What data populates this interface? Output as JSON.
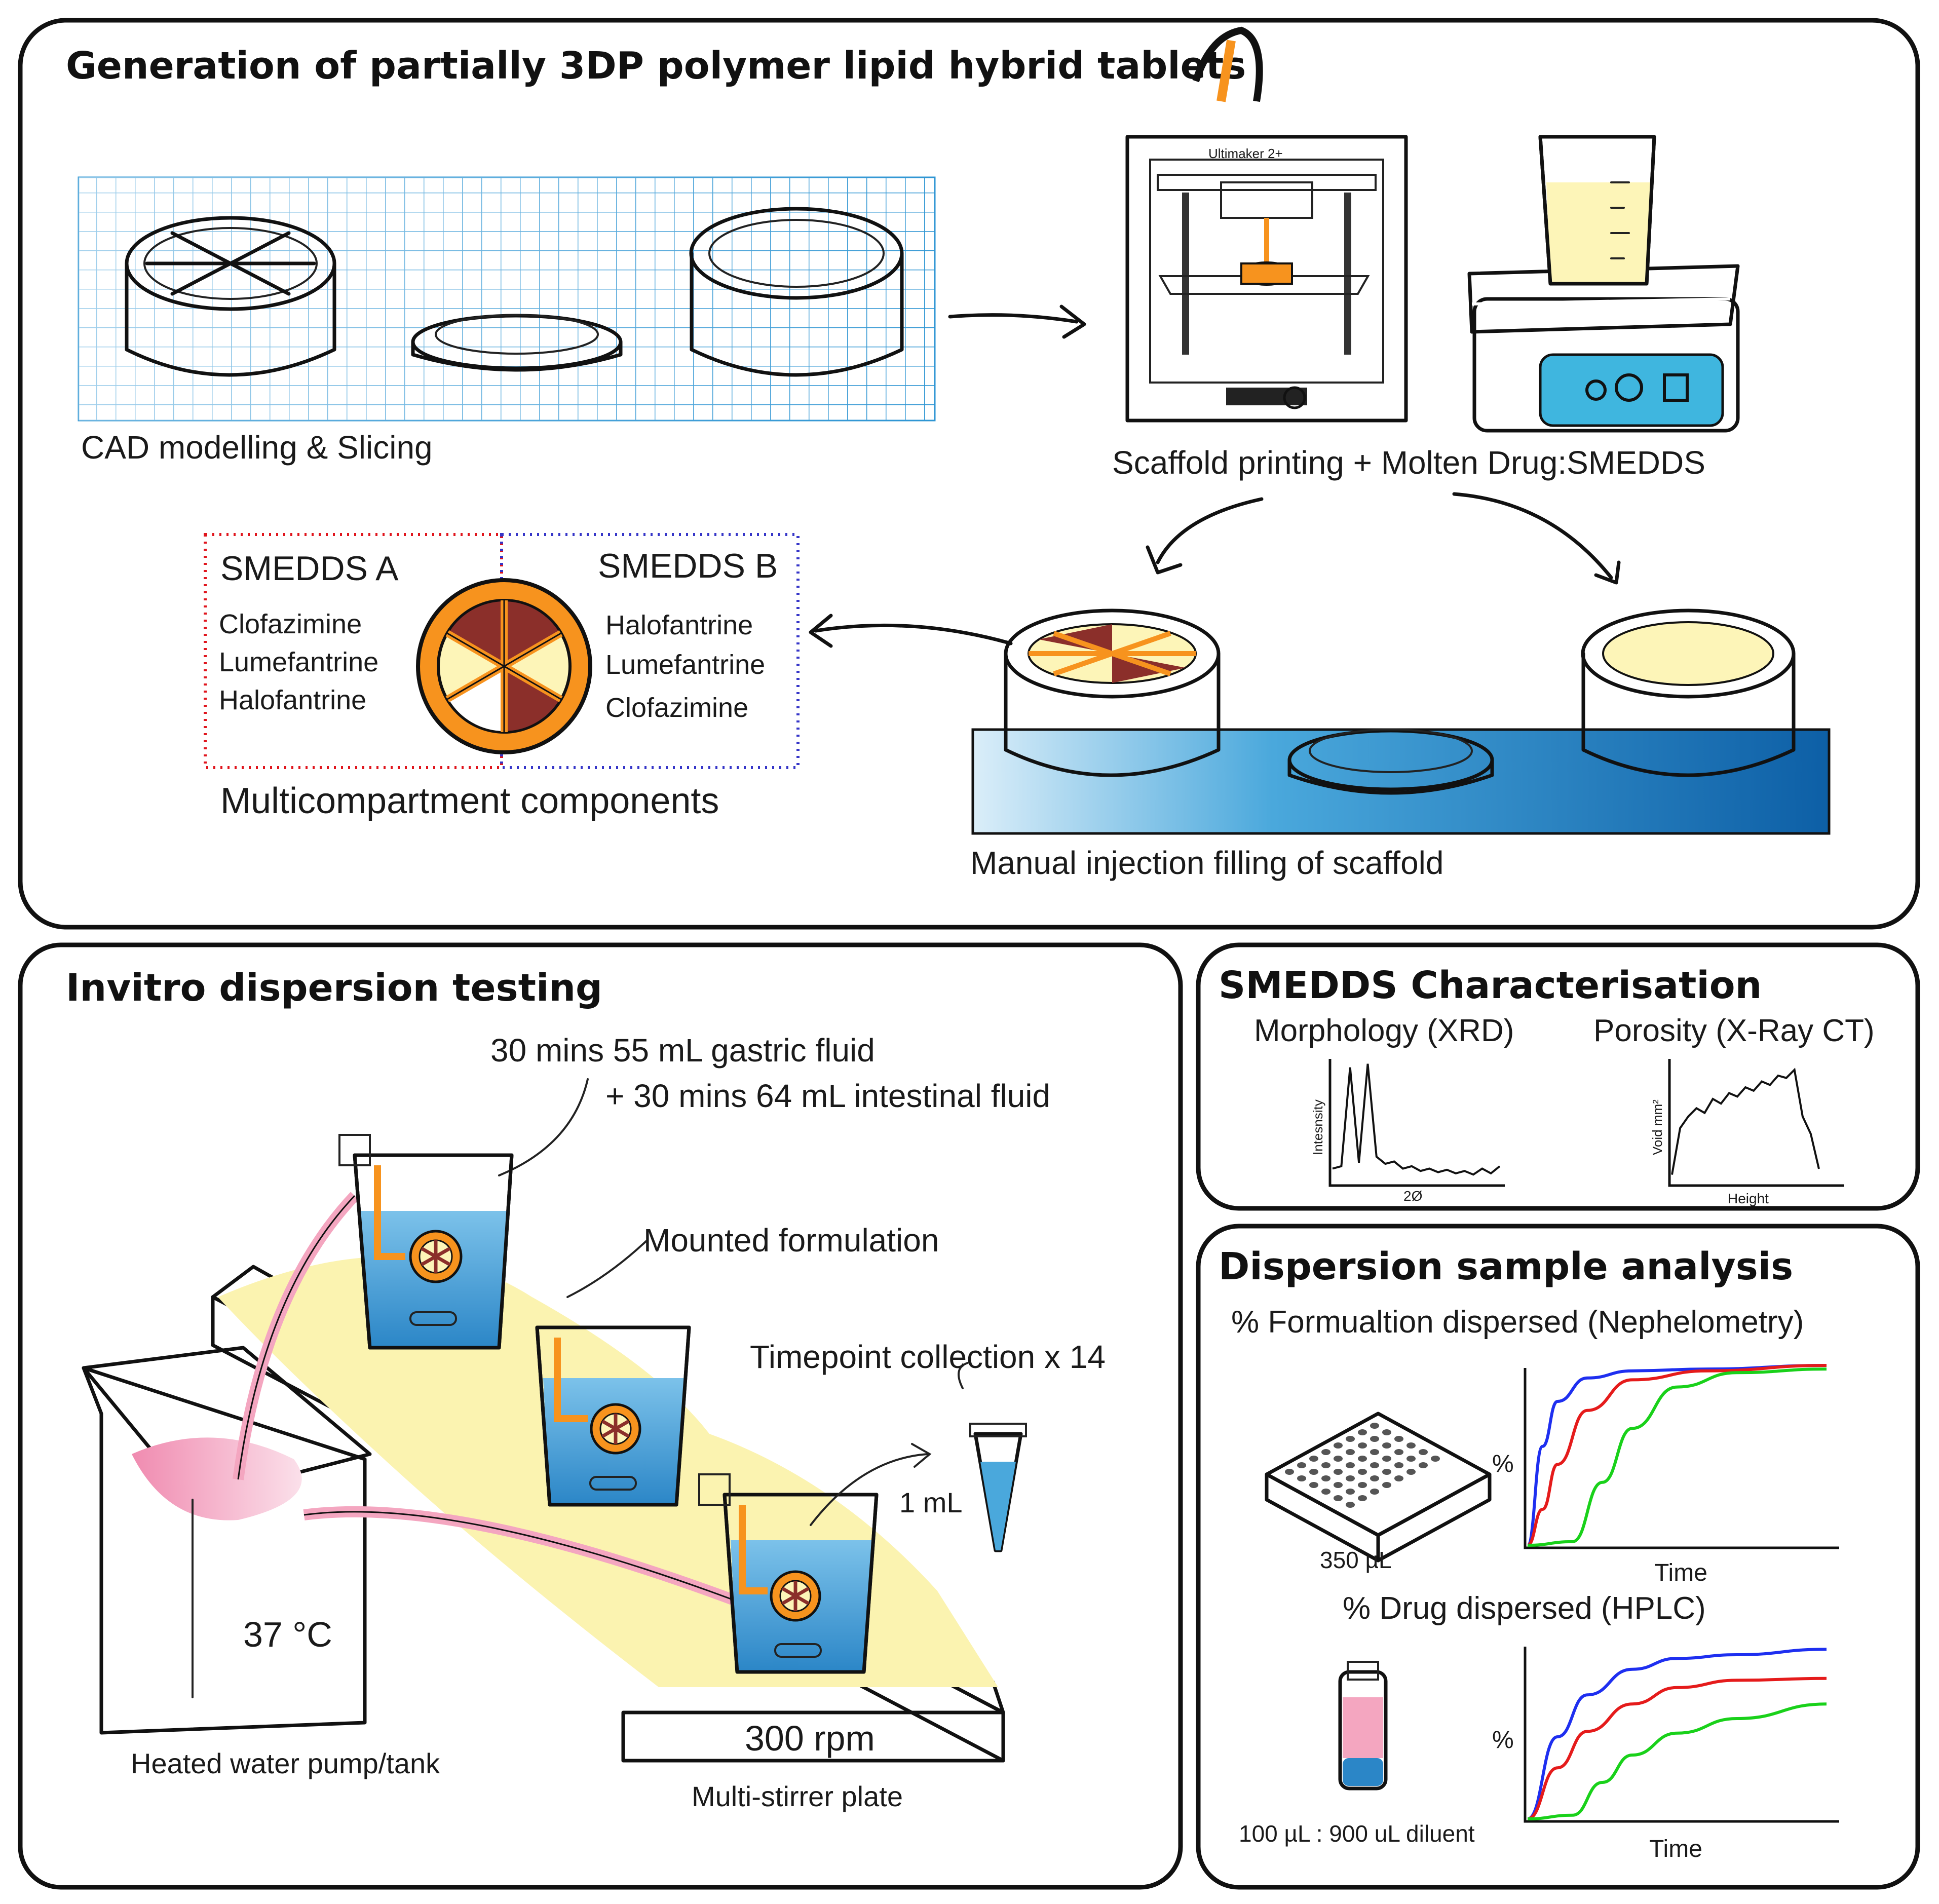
{
  "panels": {
    "generation": {
      "title": "Generation of partially 3DP polymer lipid hybrid tablets",
      "cad_label": "CAD modelling & Slicing",
      "printer_brand": "Ultimaker 2+",
      "printing_label": "Scaffold printing + Molten Drug:SMEDDS",
      "smedds_a": {
        "title": "SMEDDS A",
        "drugs": [
          "Clofazimine",
          "Lumefantrine",
          "Halofantrine"
        ]
      },
      "smedds_b": {
        "title": "SMEDDS B",
        "drugs": [
          "Halofantrine",
          "Lumefantrine",
          "Clofazimine"
        ]
      },
      "multi_label": "Multicompartment components",
      "filling_label": "Manual injection filling of scaffold"
    },
    "invitro": {
      "title": "Invitro dispersion testing",
      "fluid_line1": "30 mins 55 mL gastric fluid",
      "fluid_line2": "+ 30 mins 64 mL intestinal fluid",
      "mounted_label": "Mounted formulation",
      "timepoint_label": "Timepoint collection x 14",
      "volume_label": "1 mL",
      "temperature_label": "37 °C",
      "pump_label": "Heated water pump/tank",
      "rpm_label": "300 rpm",
      "stirrer_label": "Multi-stirrer plate"
    },
    "characterisation": {
      "title": "SMEDDS Characterisation",
      "xrd_label": "Morphology (XRD)",
      "ct_label": "Porosity (X-Ray CT)",
      "xrd_ylabel": "Intesnsity",
      "xrd_xlabel": "2Ø",
      "ct_ylabel": "Void mm²",
      "ct_xlabel": "Height"
    },
    "analysis": {
      "title": "Dispersion sample analysis",
      "neph_label": "% Formualtion dispersed (Nephelometry)",
      "plate_volume": "350 µL",
      "neph_ylabel": "%",
      "neph_xlabel": "Time",
      "hplc_label": "% Drug dispersed (HPLC)",
      "vial_label": "100 µL : 900 uL diluent",
      "hplc_ylabel": "%",
      "hplc_xlabel": "Time"
    }
  },
  "colors": {
    "outline": "#111111",
    "orange": "#f7931e",
    "dark_orange": "#e06a00",
    "cream": "#fdf5b8",
    "brown": "#8b2f2a",
    "blue": "#2b86c7",
    "light_blue": "#a8d8f0",
    "pink": "#f4a6c0",
    "yellow_pad": "#fbf3b0",
    "grid_blue": "#2e95d3",
    "smedds_a_border": "#e0141c",
    "smedds_b_border": "#3535c8",
    "series_blue": "#1e2ff0",
    "series_red": "#e51b1b",
    "series_green": "#19d11a"
  },
  "chart_data": [
    {
      "type": "line",
      "xlabel": "2Ø",
      "ylabel": "Intesnsity",
      "series": [
        {
          "values": [
            0.1,
            0.12,
            0.95,
            0.15,
            0.98,
            0.2,
            0.14,
            0.16,
            0.1,
            0.12,
            0.08,
            0.1,
            0.07,
            0.09,
            0.06,
            0.08,
            0.05,
            0.1,
            0.06,
            0.12
          ]
        }
      ]
    },
    {
      "type": "line",
      "xlabel": "Height",
      "ylabel": "Void mm²",
      "series": [
        {
          "values": [
            0.05,
            0.45,
            0.55,
            0.62,
            0.58,
            0.7,
            0.66,
            0.75,
            0.72,
            0.8,
            0.77,
            0.85,
            0.82,
            0.9,
            0.88,
            0.95,
            0.55,
            0.4,
            0.1
          ]
        }
      ]
    },
    {
      "type": "line",
      "xlabel": "Time",
      "ylabel": "%",
      "series": [
        {
          "color": "blue",
          "x": [
            0,
            0.05,
            0.1,
            0.2,
            0.35,
            0.6,
            1.0
          ],
          "values": [
            0,
            0.55,
            0.8,
            0.93,
            0.97,
            0.98,
            1.0
          ]
        },
        {
          "color": "red",
          "x": [
            0,
            0.05,
            0.1,
            0.2,
            0.35,
            0.6,
            1.0
          ],
          "values": [
            0,
            0.2,
            0.45,
            0.75,
            0.92,
            0.97,
            1.0
          ]
        },
        {
          "color": "green",
          "x": [
            0,
            0.15,
            0.25,
            0.35,
            0.5,
            0.7,
            1.0
          ],
          "values": [
            0,
            0.02,
            0.35,
            0.65,
            0.88,
            0.96,
            0.98
          ]
        }
      ]
    },
    {
      "type": "line",
      "xlabel": "Time",
      "ylabel": "%",
      "series": [
        {
          "color": "blue",
          "x": [
            0,
            0.1,
            0.2,
            0.35,
            0.5,
            0.7,
            1.0
          ],
          "values": [
            0,
            0.45,
            0.68,
            0.82,
            0.88,
            0.9,
            0.93
          ]
        },
        {
          "color": "red",
          "x": [
            0,
            0.1,
            0.2,
            0.35,
            0.5,
            0.7,
            1.0
          ],
          "values": [
            0,
            0.28,
            0.48,
            0.63,
            0.72,
            0.76,
            0.77
          ]
        },
        {
          "color": "green",
          "x": [
            0,
            0.15,
            0.25,
            0.35,
            0.5,
            0.7,
            1.0
          ],
          "values": [
            0,
            0.02,
            0.2,
            0.35,
            0.47,
            0.55,
            0.63
          ]
        }
      ]
    }
  ]
}
